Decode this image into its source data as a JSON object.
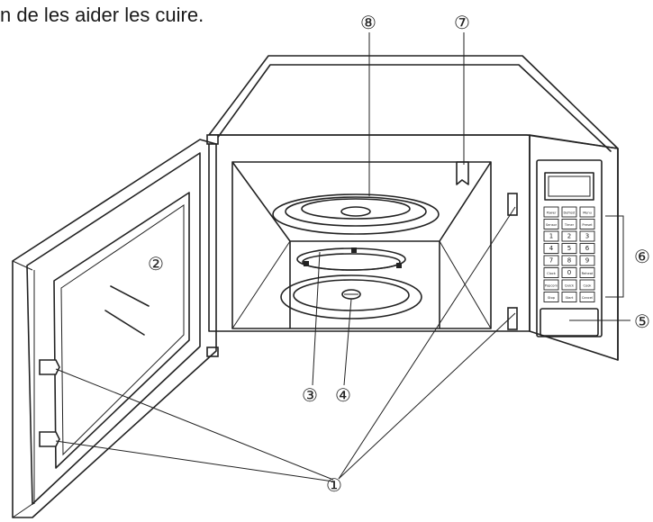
{
  "caption": "n de les aider les cuire.",
  "callouts": [
    {
      "id": "1",
      "text": "①"
    },
    {
      "id": "2",
      "text": "②"
    },
    {
      "id": "3",
      "text": "③"
    },
    {
      "id": "4",
      "text": "④"
    },
    {
      "id": "5",
      "text": "⑤"
    },
    {
      "id": "6",
      "text": "⑥"
    },
    {
      "id": "7",
      "text": "⑦"
    },
    {
      "id": "8",
      "text": "⑧"
    }
  ],
  "keypad": {
    "rows": [
      [
        "Power",
        "Defrost",
        "Menu"
      ],
      [
        "Sensor",
        "Timer",
        "Preset"
      ],
      [
        "1",
        "2",
        "3"
      ],
      [
        "4",
        "5",
        "6"
      ],
      [
        "7",
        "8",
        "9"
      ],
      [
        "Clock",
        "0",
        "Reheat"
      ],
      [
        "Popcorn",
        "Quick",
        "Cook"
      ],
      [
        "Stop",
        "Start",
        "Cancel"
      ]
    ]
  }
}
